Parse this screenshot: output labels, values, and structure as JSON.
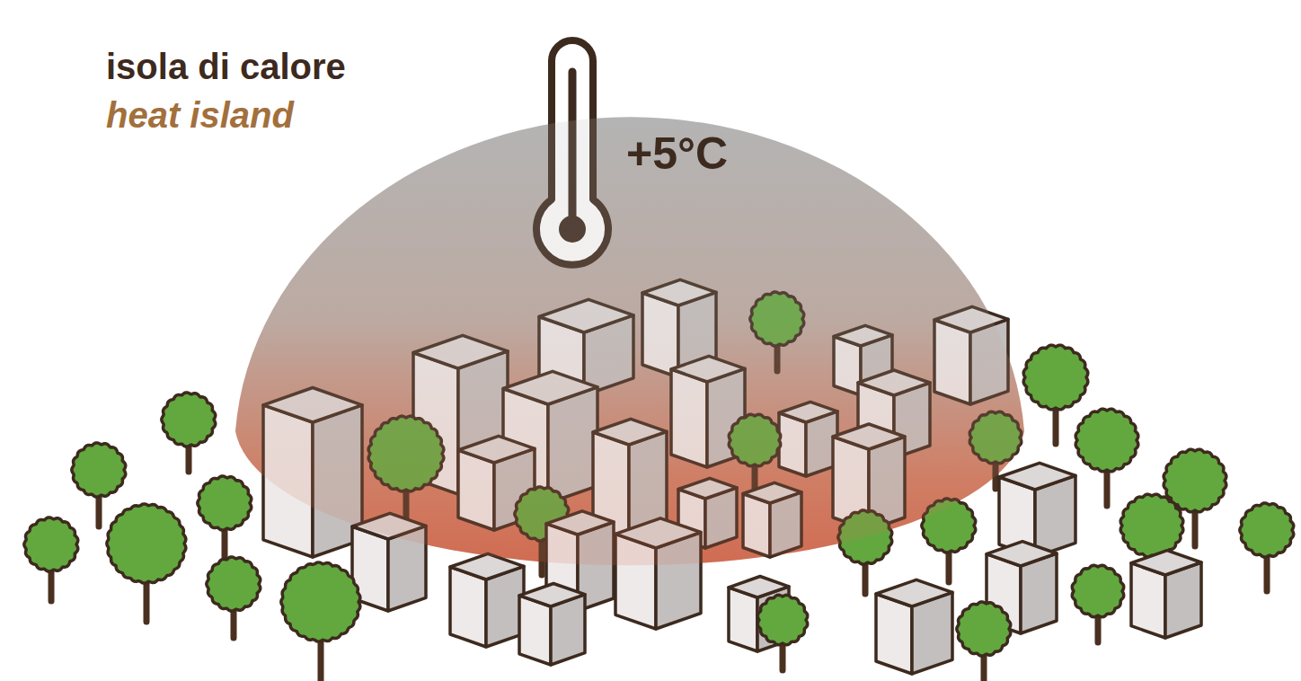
{
  "diagram": {
    "title": "isola di calore",
    "labels": [
      "heat island",
      "+5°C"
    ]
  }
}
